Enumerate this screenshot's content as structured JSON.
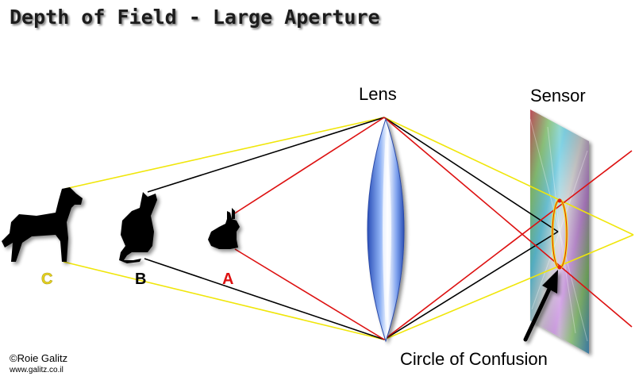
{
  "title": "Depth of Field - Large Aperture",
  "labels": {
    "lens": "Lens",
    "sensor": "Sensor",
    "circle_of_confusion": "Circle of Confusion"
  },
  "objects": [
    {
      "letter": "C",
      "animal": "dog",
      "color": "#e6d21e"
    },
    {
      "letter": "B",
      "animal": "cat",
      "color": "#000000"
    },
    {
      "letter": "A",
      "animal": "rabbit",
      "color": "#dd1111"
    }
  ],
  "rays": {
    "C": "#f0e60a",
    "B": "#000000",
    "A": "#dd1111"
  },
  "credit": {
    "line1": "©Roie Galitz",
    "line2": "www.galitz.co.il"
  }
}
